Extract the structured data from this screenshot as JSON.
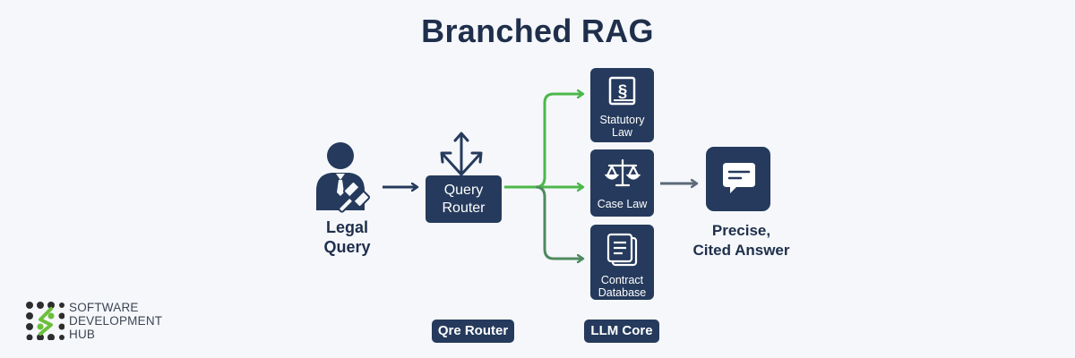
{
  "title": "Branched RAG",
  "nodes": {
    "legal_query": {
      "label_line1": "Legal",
      "label_line2": "Query",
      "icon": "lawyer-gavel-icon"
    },
    "router": {
      "label_line1": "Query",
      "label_line2": "Router",
      "icon": "branching-arrows-icon"
    },
    "sources": [
      {
        "label_line1": "Statutory",
        "label_line2": "Law",
        "icon": "section-book-icon"
      },
      {
        "label_line1": "Case Law",
        "label_line2": "",
        "icon": "scales-icon"
      },
      {
        "label_line1": "Contract",
        "label_line2": "Database",
        "icon": "document-stack-icon"
      }
    ],
    "answer": {
      "label_line1": "Precise,",
      "label_line2": "Cited Answer",
      "icon": "chat-bubble-icon"
    }
  },
  "footer_tags": {
    "router_tag": "Qre Router",
    "llm_tag": "LLM Core"
  },
  "logo": {
    "line1": "SOFTWARE",
    "line2": "DEVELOPMENT",
    "line3": "HUB"
  },
  "colors": {
    "navy": "#253a5c",
    "green": "#4cb84a",
    "muted_green": "#4f8a5f",
    "gray_arrow": "#5c6a7a",
    "background": "#f5f7fb"
  }
}
